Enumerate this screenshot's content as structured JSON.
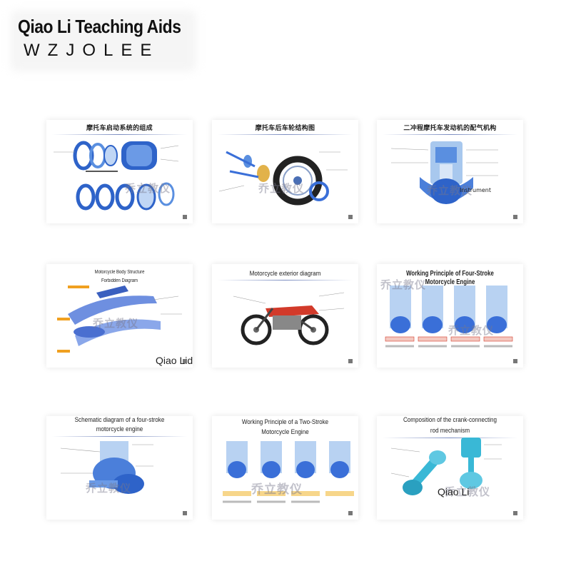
{
  "brand": {
    "name": "Qiao Li Teaching Aids",
    "subtitle": "WZJOLEE"
  },
  "watermark": "乔立教仪",
  "cards": [
    {
      "title": "摩托车启动系统的组成"
    },
    {
      "title": "摩托车后车轮结构图"
    },
    {
      "title": "二冲程摩托车发动机的配气机构",
      "overlay": "Instrument"
    },
    {
      "title_line1": "Motorcycle Body Structure",
      "title_line2": "Forbidden Diagram",
      "overlay": "Qiao Lidou"
    },
    {
      "title": "Motorcycle exterior diagram"
    },
    {
      "title": "Working Principle of Four-Stroke Motorcycle Engine"
    },
    {
      "title_line1": "Schematic diagram of a four-stroke",
      "title_line2": "motorcycle engine"
    },
    {
      "title_line1": "Working Principle of a Two-Stroke",
      "title_line2": "Motorcycle Engine"
    },
    {
      "title_line1": "Composition of the crank-connecting",
      "title_line2": "rod mechanism",
      "overlay": "Qiao Li"
    }
  ],
  "colors": {
    "accent_blue": "#3a6fd8",
    "light_blue": "#8fc3f0",
    "red": "#d23a2a",
    "orange": "#f0a020",
    "cyan": "#39b8d6"
  }
}
